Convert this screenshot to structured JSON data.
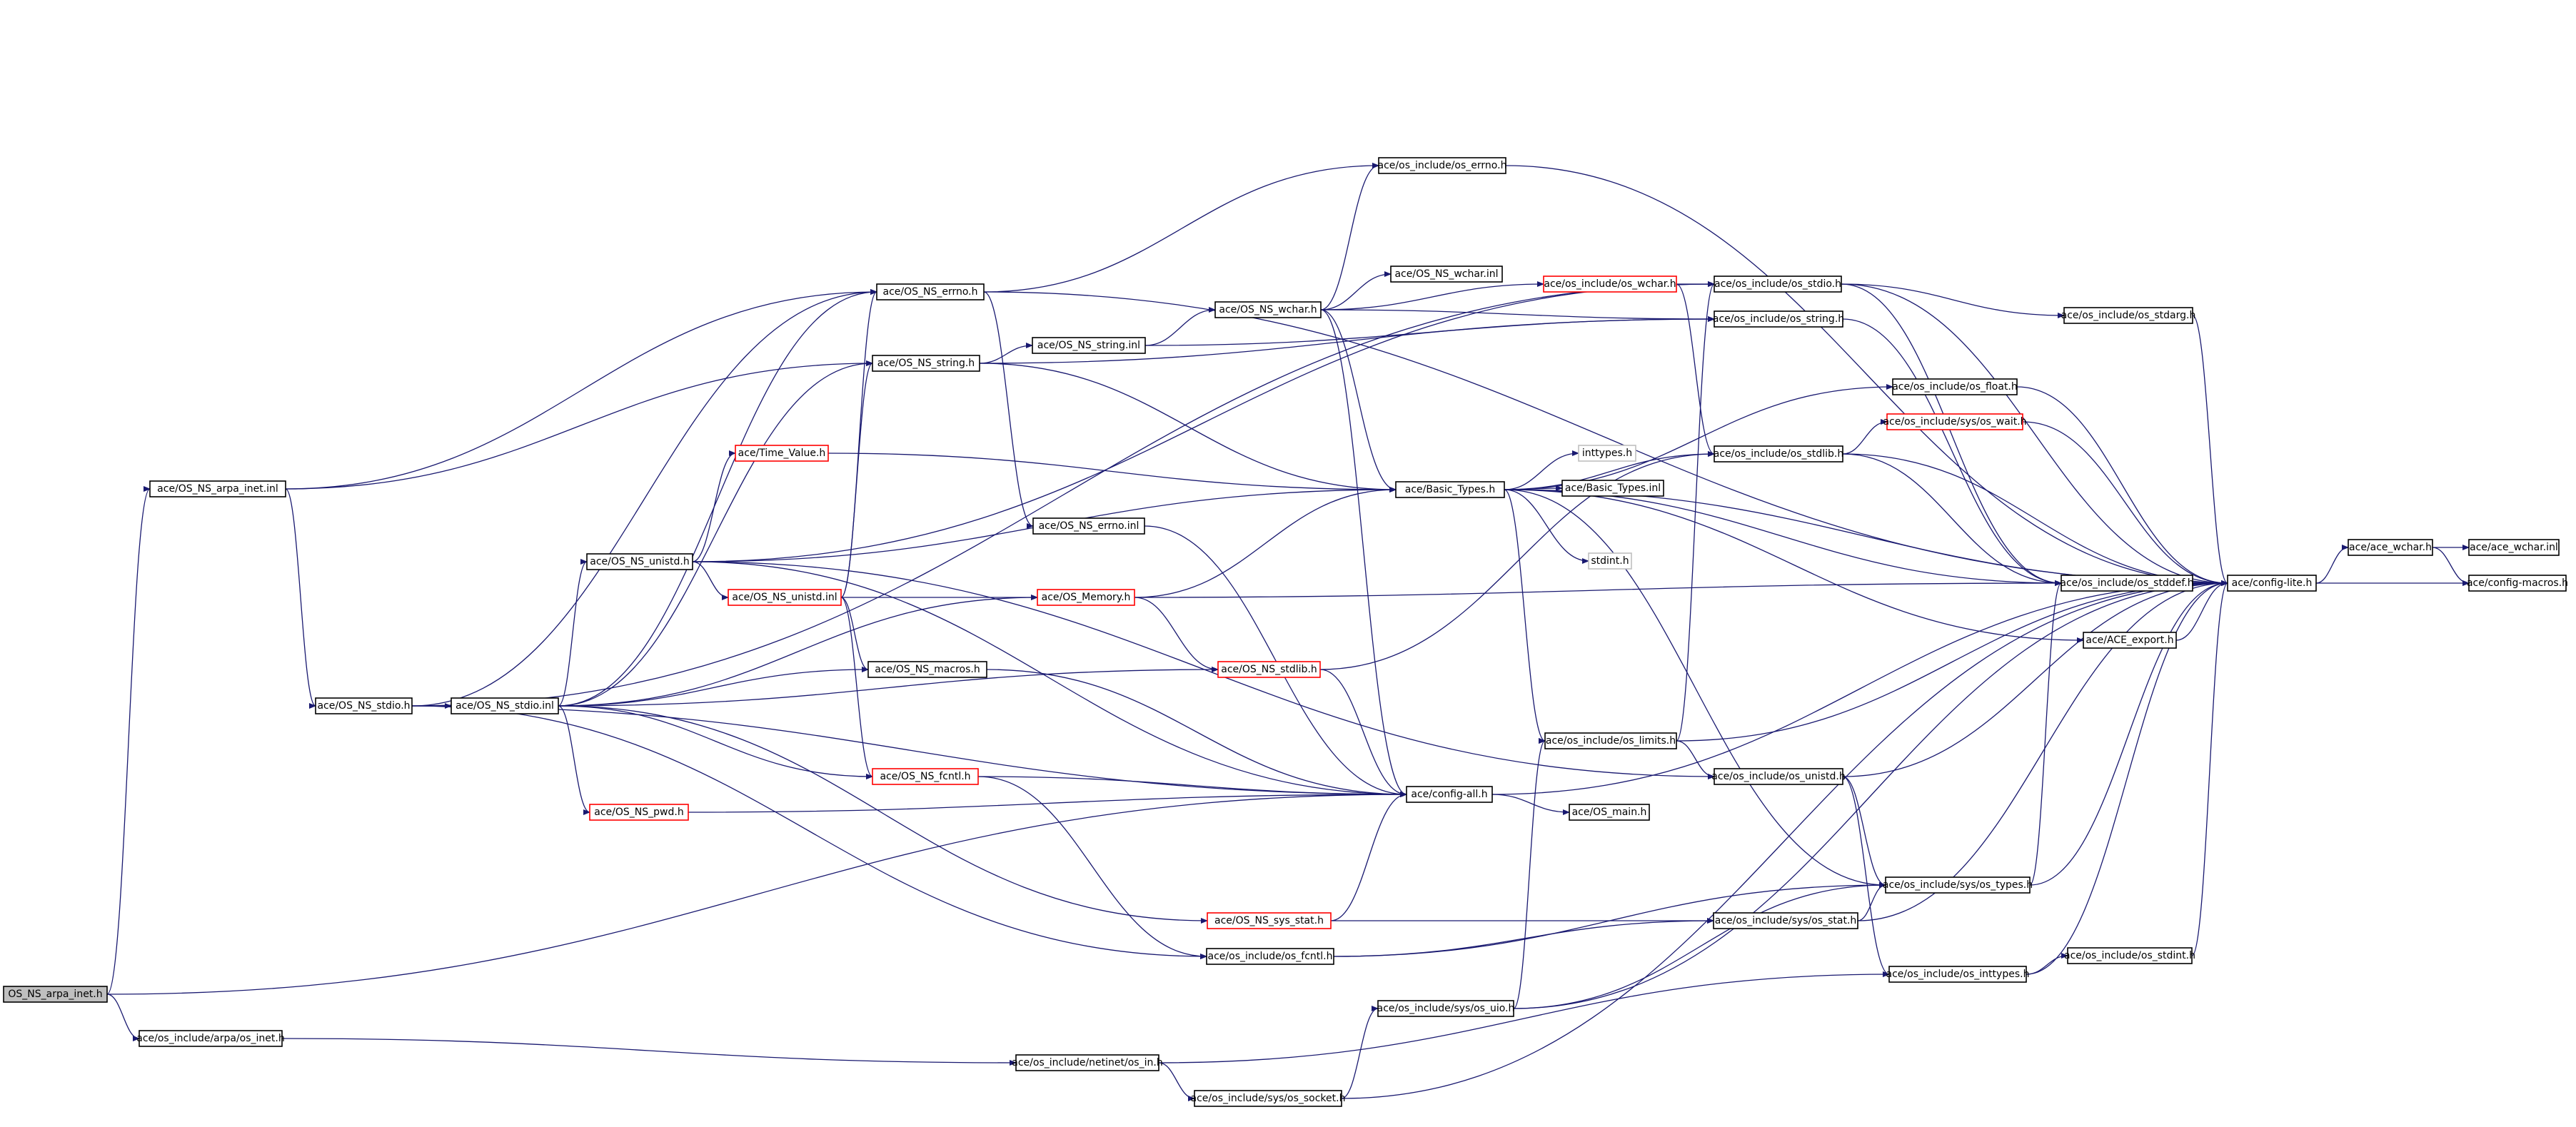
{
  "colors": {
    "edge": "#191970",
    "node_border": "#000000",
    "node_border_incomplete": "#ff0000",
    "node_border_external": "#bfbfbf",
    "root_fill": "#bfbfbf",
    "node_fill": "#ffffff",
    "text": "#000000"
  },
  "nodes": [
    {
      "id": "root",
      "label": "OS_NS_arpa_inet.h",
      "kind": "root"
    },
    {
      "id": "arpa_inet_inl",
      "label": "ace/OS_NS_arpa_inet.inl",
      "kind": "normal"
    },
    {
      "id": "os_arpa_inet",
      "label": "ace/os_include/arpa/os_inet.h",
      "kind": "normal"
    },
    {
      "id": "ns_stdio_h",
      "label": "ace/OS_NS_stdio.h",
      "kind": "normal"
    },
    {
      "id": "ns_stdio_inl",
      "label": "ace/OS_NS_stdio.inl",
      "kind": "normal"
    },
    {
      "id": "ns_unistd_h",
      "label": "ace/OS_NS_unistd.h",
      "kind": "normal"
    },
    {
      "id": "ns_pwd",
      "label": "ace/OS_NS_pwd.h",
      "kind": "incomplete"
    },
    {
      "id": "time_value",
      "label": "ace/Time_Value.h",
      "kind": "incomplete"
    },
    {
      "id": "ns_unistd_inl",
      "label": "ace/OS_NS_unistd.inl",
      "kind": "incomplete"
    },
    {
      "id": "ns_errno_h",
      "label": "ace/OS_NS_errno.h",
      "kind": "normal"
    },
    {
      "id": "ns_string_h",
      "label": "ace/OS_NS_string.h",
      "kind": "normal"
    },
    {
      "id": "ns_macros",
      "label": "ace/OS_NS_macros.h",
      "kind": "normal"
    },
    {
      "id": "ns_fcntl",
      "label": "ace/OS_NS_fcntl.h",
      "kind": "incomplete"
    },
    {
      "id": "ns_string_inl",
      "label": "ace/OS_NS_string.inl",
      "kind": "normal"
    },
    {
      "id": "ns_errno_inl",
      "label": "ace/OS_NS_errno.inl",
      "kind": "normal"
    },
    {
      "id": "os_memory",
      "label": "ace/OS_Memory.h",
      "kind": "incomplete"
    },
    {
      "id": "ns_stdlib",
      "label": "ace/OS_NS_stdlib.h",
      "kind": "incomplete"
    },
    {
      "id": "ns_sys_stat",
      "label": "ace/OS_NS_sys_stat.h",
      "kind": "incomplete"
    },
    {
      "id": "os_fcntl",
      "label": "ace/os_include/os_fcntl.h",
      "kind": "normal"
    },
    {
      "id": "netinet_in",
      "label": "ace/os_include/netinet/os_in.h",
      "kind": "normal"
    },
    {
      "id": "ns_wchar_h",
      "label": "ace/OS_NS_wchar.h",
      "kind": "normal"
    },
    {
      "id": "ns_wchar_inl",
      "label": "ace/OS_NS_wchar.inl",
      "kind": "normal"
    },
    {
      "id": "os_errno",
      "label": "ace/os_include/os_errno.h",
      "kind": "normal"
    },
    {
      "id": "basic_types",
      "label": "ace/Basic_Types.h",
      "kind": "normal"
    },
    {
      "id": "config_all",
      "label": "ace/config-all.h",
      "kind": "normal"
    },
    {
      "id": "os_main",
      "label": "ace/OS_main.h",
      "kind": "normal"
    },
    {
      "id": "os_limits",
      "label": "ace/os_include/os_limits.h",
      "kind": "normal"
    },
    {
      "id": "sys_uio",
      "label": "ace/os_include/sys/os_uio.h",
      "kind": "normal"
    },
    {
      "id": "sys_socket",
      "label": "ace/os_include/sys/os_socket.h",
      "kind": "normal"
    },
    {
      "id": "os_wchar",
      "label": "ace/os_include/os_wchar.h",
      "kind": "incomplete"
    },
    {
      "id": "os_stdio",
      "label": "ace/os_include/os_stdio.h",
      "kind": "normal"
    },
    {
      "id": "os_string",
      "label": "ace/os_include/os_string.h",
      "kind": "normal"
    },
    {
      "id": "inttypes",
      "label": "inttypes.h",
      "kind": "external"
    },
    {
      "id": "basic_types_inl",
      "label": "ace/Basic_Types.inl",
      "kind": "normal"
    },
    {
      "id": "stdint",
      "label": "stdint.h",
      "kind": "external"
    },
    {
      "id": "os_stdlib",
      "label": "ace/os_include/os_stdlib.h",
      "kind": "normal"
    },
    {
      "id": "os_unistd",
      "label": "ace/os_include/os_unistd.h",
      "kind": "normal"
    },
    {
      "id": "sys_types",
      "label": "ace/os_include/sys/os_types.h",
      "kind": "normal"
    },
    {
      "id": "sys_stat",
      "label": "ace/os_include/sys/os_stat.h",
      "kind": "normal"
    },
    {
      "id": "os_inttypes",
      "label": "ace/os_include/os_inttypes.h",
      "kind": "normal"
    },
    {
      "id": "os_stdarg",
      "label": "ace/os_include/os_stdarg.h",
      "kind": "normal"
    },
    {
      "id": "os_float",
      "label": "ace/os_include/os_float.h",
      "kind": "normal"
    },
    {
      "id": "sys_wait",
      "label": "ace/os_include/sys/os_wait.h",
      "kind": "incomplete"
    },
    {
      "id": "os_stddef",
      "label": "ace/os_include/os_stddef.h",
      "kind": "normal"
    },
    {
      "id": "ace_export",
      "label": "ace/ACE_export.h",
      "kind": "normal"
    },
    {
      "id": "os_stdint",
      "label": "ace/os_include/os_stdint.h",
      "kind": "normal"
    },
    {
      "id": "config_lite",
      "label": "ace/config-lite.h",
      "kind": "normal"
    },
    {
      "id": "ace_wchar_h",
      "label": "ace/ace_wchar.h",
      "kind": "normal"
    },
    {
      "id": "ace_wchar_inl",
      "label": "ace/ace_wchar.inl",
      "kind": "normal"
    },
    {
      "id": "config_macros",
      "label": "ace/config-macros.h",
      "kind": "normal"
    }
  ],
  "edges": [
    [
      "root",
      "arpa_inet_inl"
    ],
    [
      "root",
      "os_arpa_inet"
    ],
    [
      "root",
      "config_all"
    ],
    [
      "arpa_inet_inl",
      "ns_stdio_h"
    ],
    [
      "arpa_inet_inl",
      "ns_errno_h"
    ],
    [
      "arpa_inet_inl",
      "ns_string_h"
    ],
    [
      "os_arpa_inet",
      "netinet_in"
    ],
    [
      "ns_stdio_h",
      "ns_stdio_inl"
    ],
    [
      "ns_stdio_h",
      "ns_errno_h"
    ],
    [
      "ns_stdio_h",
      "config_all"
    ],
    [
      "ns_stdio_h",
      "os_fcntl"
    ],
    [
      "ns_stdio_h",
      "os_stdio"
    ],
    [
      "ns_stdio_inl",
      "ns_unistd_h"
    ],
    [
      "ns_stdio_inl",
      "ns_pwd"
    ],
    [
      "ns_stdio_inl",
      "ns_string_h"
    ],
    [
      "ns_stdio_inl",
      "ns_macros"
    ],
    [
      "ns_stdio_inl",
      "ns_fcntl"
    ],
    [
      "ns_stdio_inl",
      "os_memory"
    ],
    [
      "ns_stdio_inl",
      "ns_stdlib"
    ],
    [
      "ns_stdio_inl",
      "ns_sys_stat"
    ],
    [
      "ns_stdio_inl",
      "ns_errno_h"
    ],
    [
      "ns_unistd_h",
      "time_value"
    ],
    [
      "ns_unistd_h",
      "ns_unistd_inl"
    ],
    [
      "ns_unistd_h",
      "basic_types"
    ],
    [
      "ns_unistd_h",
      "config_all"
    ],
    [
      "ns_unistd_h",
      "os_unistd"
    ],
    [
      "ns_unistd_h",
      "os_stdio"
    ],
    [
      "ns_pwd",
      "config_all"
    ],
    [
      "time_value",
      "basic_types"
    ],
    [
      "ns_unistd_inl",
      "ns_errno_h"
    ],
    [
      "ns_unistd_inl",
      "ns_string_h"
    ],
    [
      "ns_unistd_inl",
      "ns_macros"
    ],
    [
      "ns_unistd_inl",
      "os_memory"
    ],
    [
      "ns_unistd_inl",
      "ns_fcntl"
    ],
    [
      "ns_errno_h",
      "ns_errno_inl"
    ],
    [
      "ns_errno_h",
      "os_errno"
    ],
    [
      "ns_errno_h",
      "config_lite"
    ],
    [
      "ns_string_h",
      "ns_string_inl"
    ],
    [
      "ns_string_h",
      "basic_types"
    ],
    [
      "ns_string_h",
      "os_string"
    ],
    [
      "ns_macros",
      "config_all"
    ],
    [
      "ns_fcntl",
      "config_all"
    ],
    [
      "ns_fcntl",
      "os_fcntl"
    ],
    [
      "ns_string_inl",
      "ns_wchar_h"
    ],
    [
      "ns_string_inl",
      "os_string"
    ],
    [
      "ns_errno_inl",
      "config_all"
    ],
    [
      "os_memory",
      "basic_types"
    ],
    [
      "os_memory",
      "ns_stdlib"
    ],
    [
      "os_memory",
      "os_stddef"
    ],
    [
      "ns_stdlib",
      "config_all"
    ],
    [
      "ns_stdlib",
      "os_stdlib"
    ],
    [
      "ns_sys_stat",
      "config_all"
    ],
    [
      "ns_sys_stat",
      "sys_stat"
    ],
    [
      "os_fcntl",
      "sys_stat"
    ],
    [
      "os_fcntl",
      "sys_types"
    ],
    [
      "netinet_in",
      "sys_socket"
    ],
    [
      "netinet_in",
      "os_inttypes"
    ],
    [
      "ns_wchar_h",
      "ns_wchar_inl"
    ],
    [
      "ns_wchar_h",
      "os_errno"
    ],
    [
      "ns_wchar_h",
      "os_wchar"
    ],
    [
      "ns_wchar_h",
      "basic_types"
    ],
    [
      "ns_wchar_h",
      "config_all"
    ],
    [
      "ns_wchar_h",
      "os_string"
    ],
    [
      "os_errno",
      "config_lite"
    ],
    [
      "basic_types",
      "inttypes"
    ],
    [
      "basic_types",
      "basic_types_inl"
    ],
    [
      "basic_types",
      "stdint"
    ],
    [
      "basic_types",
      "os_limits"
    ],
    [
      "basic_types",
      "os_stdlib"
    ],
    [
      "basic_types",
      "os_float"
    ],
    [
      "basic_types",
      "os_stddef"
    ],
    [
      "basic_types",
      "ace_export"
    ],
    [
      "basic_types",
      "sys_types"
    ],
    [
      "basic_types",
      "config_lite"
    ],
    [
      "config_all",
      "os_main"
    ],
    [
      "config_all",
      "config_lite"
    ],
    [
      "os_limits",
      "os_unistd"
    ],
    [
      "os_limits",
      "os_stdio"
    ],
    [
      "os_limits",
      "config_lite"
    ],
    [
      "sys_uio",
      "os_limits"
    ],
    [
      "sys_uio",
      "sys_types"
    ],
    [
      "sys_uio",
      "config_lite"
    ],
    [
      "sys_socket",
      "sys_uio"
    ],
    [
      "sys_socket",
      "config_lite"
    ],
    [
      "os_wchar",
      "os_stdio"
    ],
    [
      "os_wchar",
      "os_stdlib"
    ],
    [
      "os_stdio",
      "os_stdarg"
    ],
    [
      "os_stdio",
      "os_stddef"
    ],
    [
      "os_stdio",
      "config_lite"
    ],
    [
      "os_string",
      "os_stddef"
    ],
    [
      "os_stdlib",
      "sys_wait"
    ],
    [
      "os_stdlib",
      "os_stddef"
    ],
    [
      "os_stdlib",
      "config_lite"
    ],
    [
      "os_unistd",
      "sys_types"
    ],
    [
      "os_unistd",
      "os_inttypes"
    ],
    [
      "os_unistd",
      "config_lite"
    ],
    [
      "sys_types",
      "os_stddef"
    ],
    [
      "sys_types",
      "config_lite"
    ],
    [
      "sys_stat",
      "sys_types"
    ],
    [
      "sys_stat",
      "config_lite"
    ],
    [
      "os_inttypes",
      "os_stdint"
    ],
    [
      "os_inttypes",
      "config_lite"
    ],
    [
      "os_stdarg",
      "config_lite"
    ],
    [
      "os_float",
      "config_lite"
    ],
    [
      "sys_wait",
      "config_lite"
    ],
    [
      "os_stddef",
      "config_lite"
    ],
    [
      "ace_export",
      "config_lite"
    ],
    [
      "os_stdint",
      "config_lite"
    ],
    [
      "config_lite",
      "ace_wchar_h"
    ],
    [
      "config_lite",
      "config_macros"
    ],
    [
      "ace_wchar_h",
      "ace_wchar_inl"
    ],
    [
      "ace_wchar_h",
      "config_macros"
    ]
  ]
}
